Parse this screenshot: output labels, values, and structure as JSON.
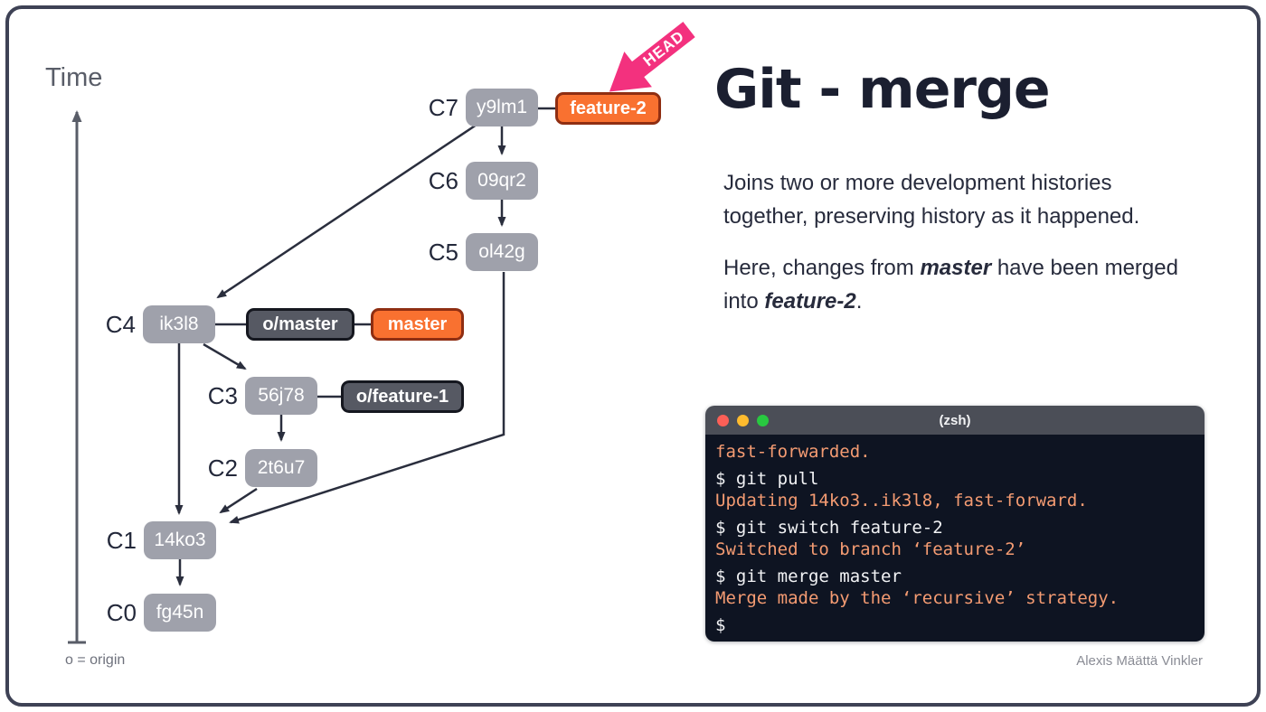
{
  "slide": {
    "time_label": "Time",
    "origin_note": "o = origin",
    "attribution": "Alexis Määttä Vinkler"
  },
  "content": {
    "title": "Git - merge",
    "para1": "Joins two or more development histories together, preserving history as it happened.",
    "para2": {
      "part1": "Here, changes from ",
      "bold1": "master",
      "part2": " have been merged into ",
      "bold2": "feature-2",
      "part3": "."
    }
  },
  "graph": {
    "head_label": "HEAD",
    "commits": [
      {
        "label": "C7",
        "id": "y9lm1"
      },
      {
        "label": "C6",
        "id": "09qr2"
      },
      {
        "label": "C5",
        "id": "ol42g"
      },
      {
        "label": "C4",
        "id": "ik3l8"
      },
      {
        "label": "C3",
        "id": "56j78"
      },
      {
        "label": "C2",
        "id": "2t6u7"
      },
      {
        "label": "C1",
        "id": "14ko3"
      },
      {
        "label": "C0",
        "id": "fg45n"
      }
    ],
    "refs": [
      {
        "name": "o/master",
        "type": "remote",
        "attached_to": "ik3l8"
      },
      {
        "name": "master",
        "type": "local",
        "attached_to": "o/master"
      },
      {
        "name": "o/feature-1",
        "type": "remote",
        "attached_to": "56j78"
      },
      {
        "name": "feature-2",
        "type": "local",
        "attached_to": "y9lm1"
      }
    ],
    "edges": [
      {
        "from": "y9lm1",
        "to": "09qr2"
      },
      {
        "from": "y9lm1",
        "to": "ik3l8"
      },
      {
        "from": "09qr2",
        "to": "ol42g"
      },
      {
        "from": "ol42g",
        "to": "14ko3"
      },
      {
        "from": "ik3l8",
        "to": "14ko3"
      },
      {
        "from": "ik3l8",
        "to": "56j78"
      },
      {
        "from": "56j78",
        "to": "2t6u7"
      },
      {
        "from": "2t6u7",
        "to": "14ko3"
      },
      {
        "from": "14ko3",
        "to": "fg45n"
      }
    ]
  },
  "terminal": {
    "title": "(zsh)",
    "lines": [
      {
        "type": "output",
        "text": "fast-forwarded."
      },
      {
        "type": "command",
        "text": "$ git pull"
      },
      {
        "type": "output",
        "text": "Updating 14ko3..ik3l8, fast-forward."
      },
      {
        "type": "command",
        "text": "$ git switch feature-2"
      },
      {
        "type": "output",
        "text": "Switched to branch ‘feature-2’"
      },
      {
        "type": "command",
        "text": "$ git merge master"
      },
      {
        "type": "output",
        "text": "Merge made by the ‘recursive’ strategy."
      },
      {
        "type": "command",
        "text": "$"
      }
    ]
  },
  "colors": {
    "accent_orange": "#f97130",
    "orange_border": "#8f2e12",
    "head_pink": "#f3317e",
    "commit_gray": "#9fa1ab",
    "ref_dark": "#565963",
    "edge_dark": "#2a2e3d",
    "frame_navy": "#3e4255",
    "terminal_bg": "#0e1422",
    "terminal_bar": "#4b4e57",
    "terminal_output": "#f49b72",
    "traffic_red": "#fc5f57",
    "traffic_yellow": "#febb2e",
    "traffic_green": "#28c840"
  }
}
